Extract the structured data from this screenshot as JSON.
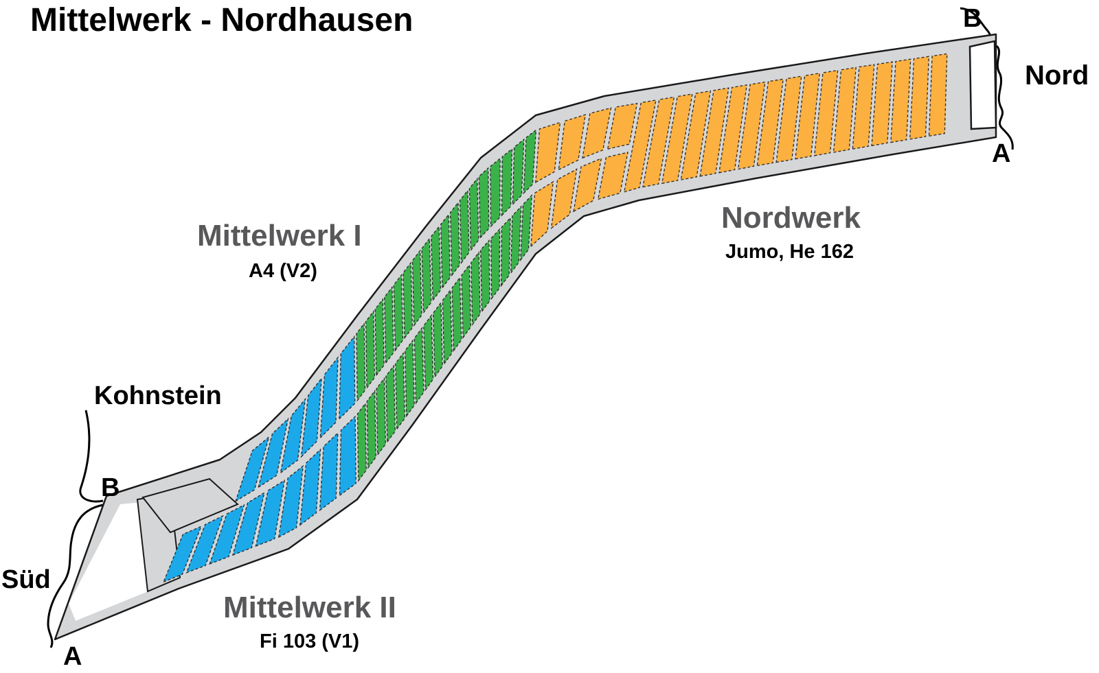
{
  "title": "Mittelwerk - Nordhausen",
  "places": {
    "north": "Nord",
    "south": "Süd",
    "hill": "Kohnstein"
  },
  "tunnels": {
    "a_north": "A",
    "b_north": "B",
    "a_south": "A",
    "b_south": "B"
  },
  "regions": [
    {
      "name": "Mittelwerk I",
      "product": "A4 (V2)",
      "color": "#3bb14a"
    },
    {
      "name": "Mittelwerk II",
      "product": "Fi 103 (V1)",
      "color": "#1ba9ea"
    },
    {
      "name": "Nordwerk",
      "product": "Jumo, He 162",
      "color": "#fbb040"
    }
  ],
  "colors": {
    "tunnel_fill": "#d5d6d8",
    "outline": "#1a1a1a",
    "label_gray": "#58585a"
  }
}
